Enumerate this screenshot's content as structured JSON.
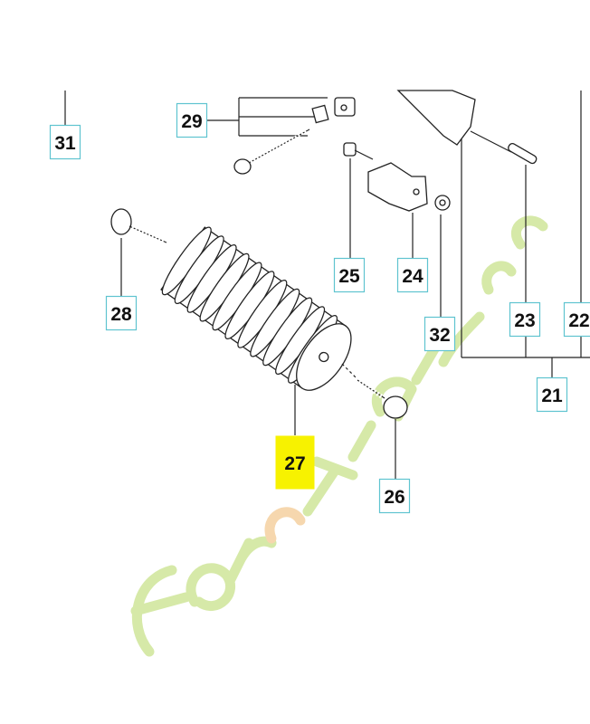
{
  "diagram": {
    "watermark": "foretjalun.com",
    "highlight_color": "#f7f200",
    "label_border_color": "#5fc4d0",
    "highlighted_part": "27",
    "labels": [
      {
        "id": "31",
        "text": "31"
      },
      {
        "id": "29",
        "text": "29"
      },
      {
        "id": "28",
        "text": "28"
      },
      {
        "id": "25",
        "text": "25"
      },
      {
        "id": "24",
        "text": "24"
      },
      {
        "id": "32",
        "text": "32"
      },
      {
        "id": "23",
        "text": "23"
      },
      {
        "id": "22",
        "text": "22"
      },
      {
        "id": "21",
        "text": "21"
      },
      {
        "id": "27",
        "text": "27"
      },
      {
        "id": "26",
        "text": "26"
      }
    ]
  }
}
